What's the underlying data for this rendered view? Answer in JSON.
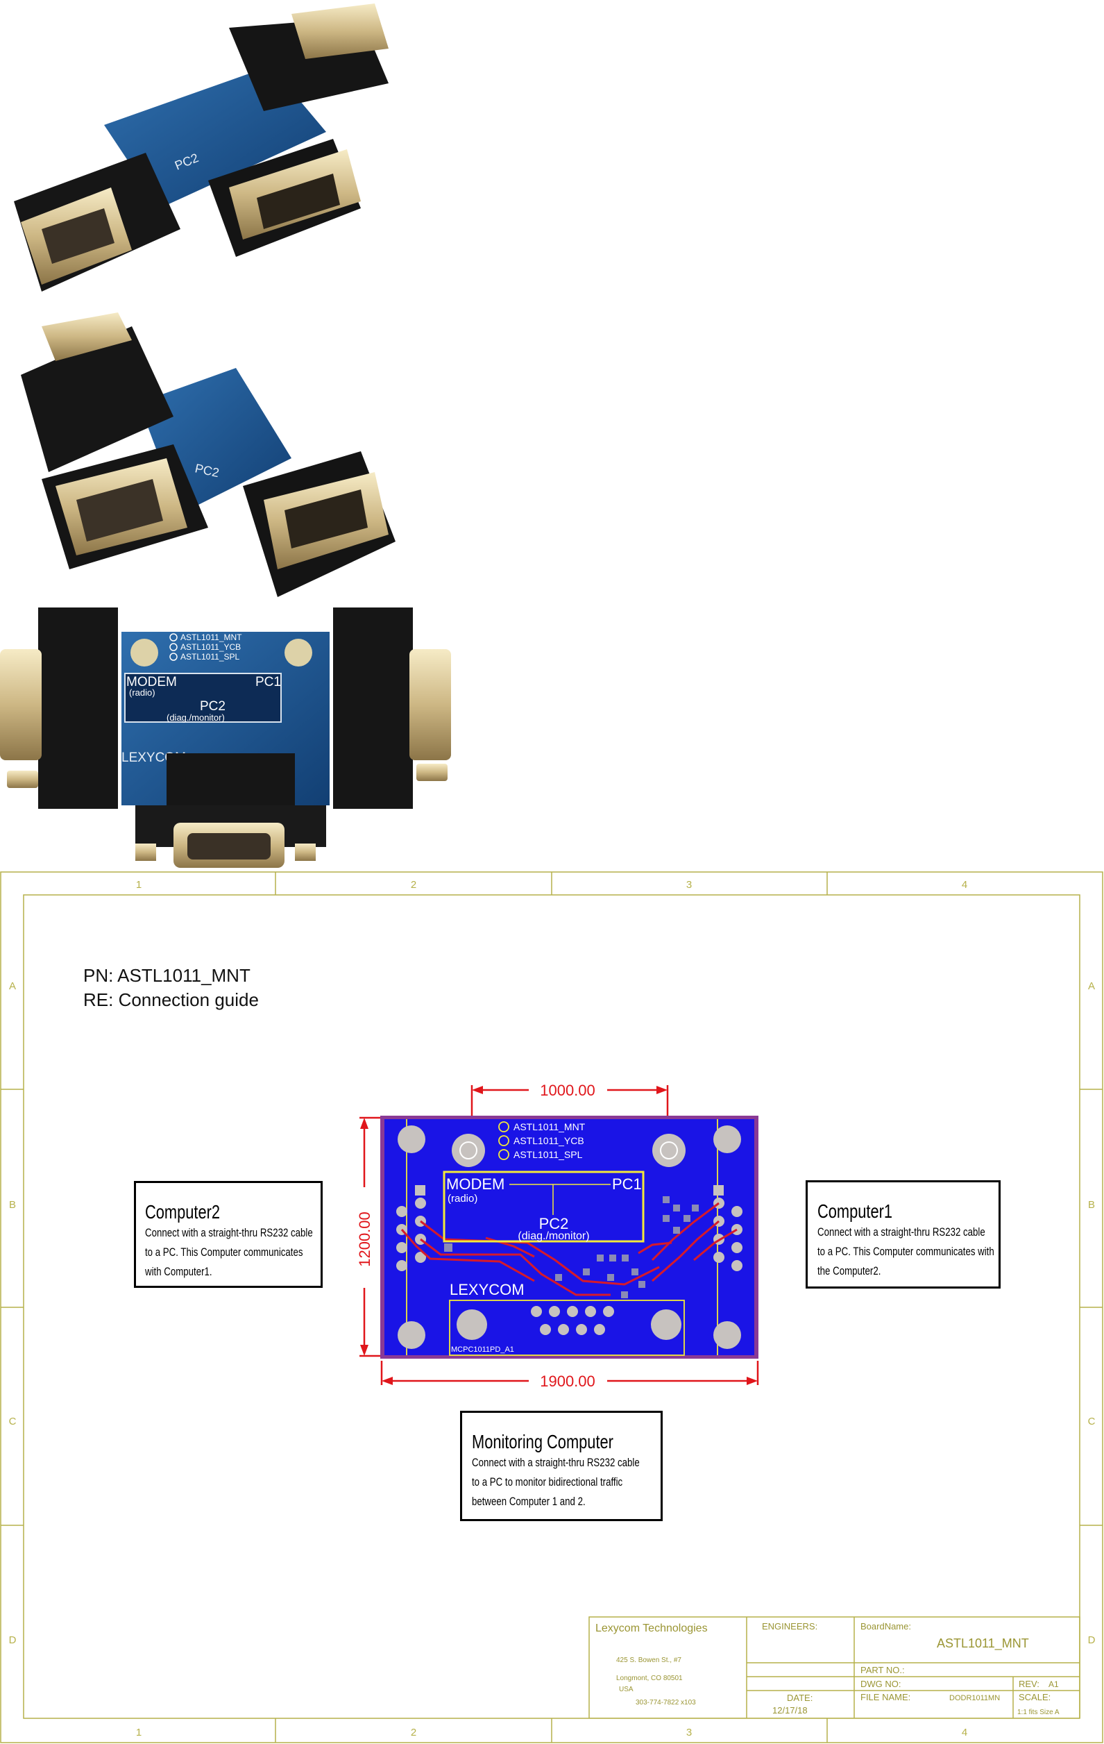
{
  "photo_board_labels": {
    "part_numbers": [
      "ASTL1011_MNT",
      "ASTL1011_YCB",
      "ASTL1011_SPL"
    ],
    "port_modem": "MODEM",
    "port_modem_sub": "(radio)",
    "port_pc1": "PC1",
    "port_pc2": "PC2",
    "port_pc2_sub": "(diag./monitor)",
    "brand": "LEXYCOM"
  },
  "drawing": {
    "column_labels": [
      "1",
      "2",
      "3",
      "4"
    ],
    "row_labels": [
      "A",
      "B",
      "C",
      "D"
    ],
    "pn_line": "PN: ASTL1011_MNT",
    "re_line": "RE: Connection guide",
    "pcb": {
      "part_numbers": [
        "ASTL1011_MNT",
        "ASTL1011_YCB",
        "ASTL1011_SPL"
      ],
      "modem": "MODEM",
      "radio": "(radio)",
      "pc1": "PC1",
      "pc2": "PC2",
      "pc2_sub": "(diag./monitor)",
      "brand": "LEXYCOM",
      "board_code": "MCPC1011PD_A1",
      "dim_top": "1000.00",
      "dim_side": "1200.00",
      "dim_bottom": "1900.00"
    },
    "callouts": {
      "computer2": {
        "title": "Computer2",
        "lines": [
          "Connect with a straight-thru RS232 cable",
          "to a PC. This Computer communicates",
          "with Computer1."
        ]
      },
      "computer1": {
        "title": "Computer1",
        "lines": [
          "Connect with a straight-thru RS232 cable",
          "to a PC. This Computer communicates with",
          "the Computer2."
        ]
      },
      "monitoring": {
        "title": "Monitoring Computer",
        "lines": [
          "Connect with a straight-thru RS232 cable",
          "to a PC to monitor bidirectional traffic",
          "between Computer 1 and 2."
        ]
      }
    },
    "title_block": {
      "company": "Lexycom Technologies",
      "address_lines": [
        "425 S. Bowen St., #7",
        "Longmont, CO 80501",
        "USA",
        "303-774-7822 x103"
      ],
      "engineers_label": "ENGINEERS:",
      "board_name_label": "BoardName:",
      "board_name": "ASTL1011_MNT",
      "part_no_label": "PART NO.:",
      "dwg_no_label": "DWG NO:",
      "rev_label": "REV:",
      "rev_value": "A1",
      "date_label": "DATE:",
      "date_value": "12/17/18",
      "file_name_label": "FILE NAME:",
      "file_name_value": "DODR1011MN",
      "scale_label": "SCALE:",
      "scale_value": "1:1 fits Size A"
    }
  },
  "colors": {
    "pcb_blue": "#1a14e6",
    "frame_olive": "#b6b14a",
    "dimension_red": "#e0161b",
    "silkscreen_yellow": "#f3e93a"
  }
}
